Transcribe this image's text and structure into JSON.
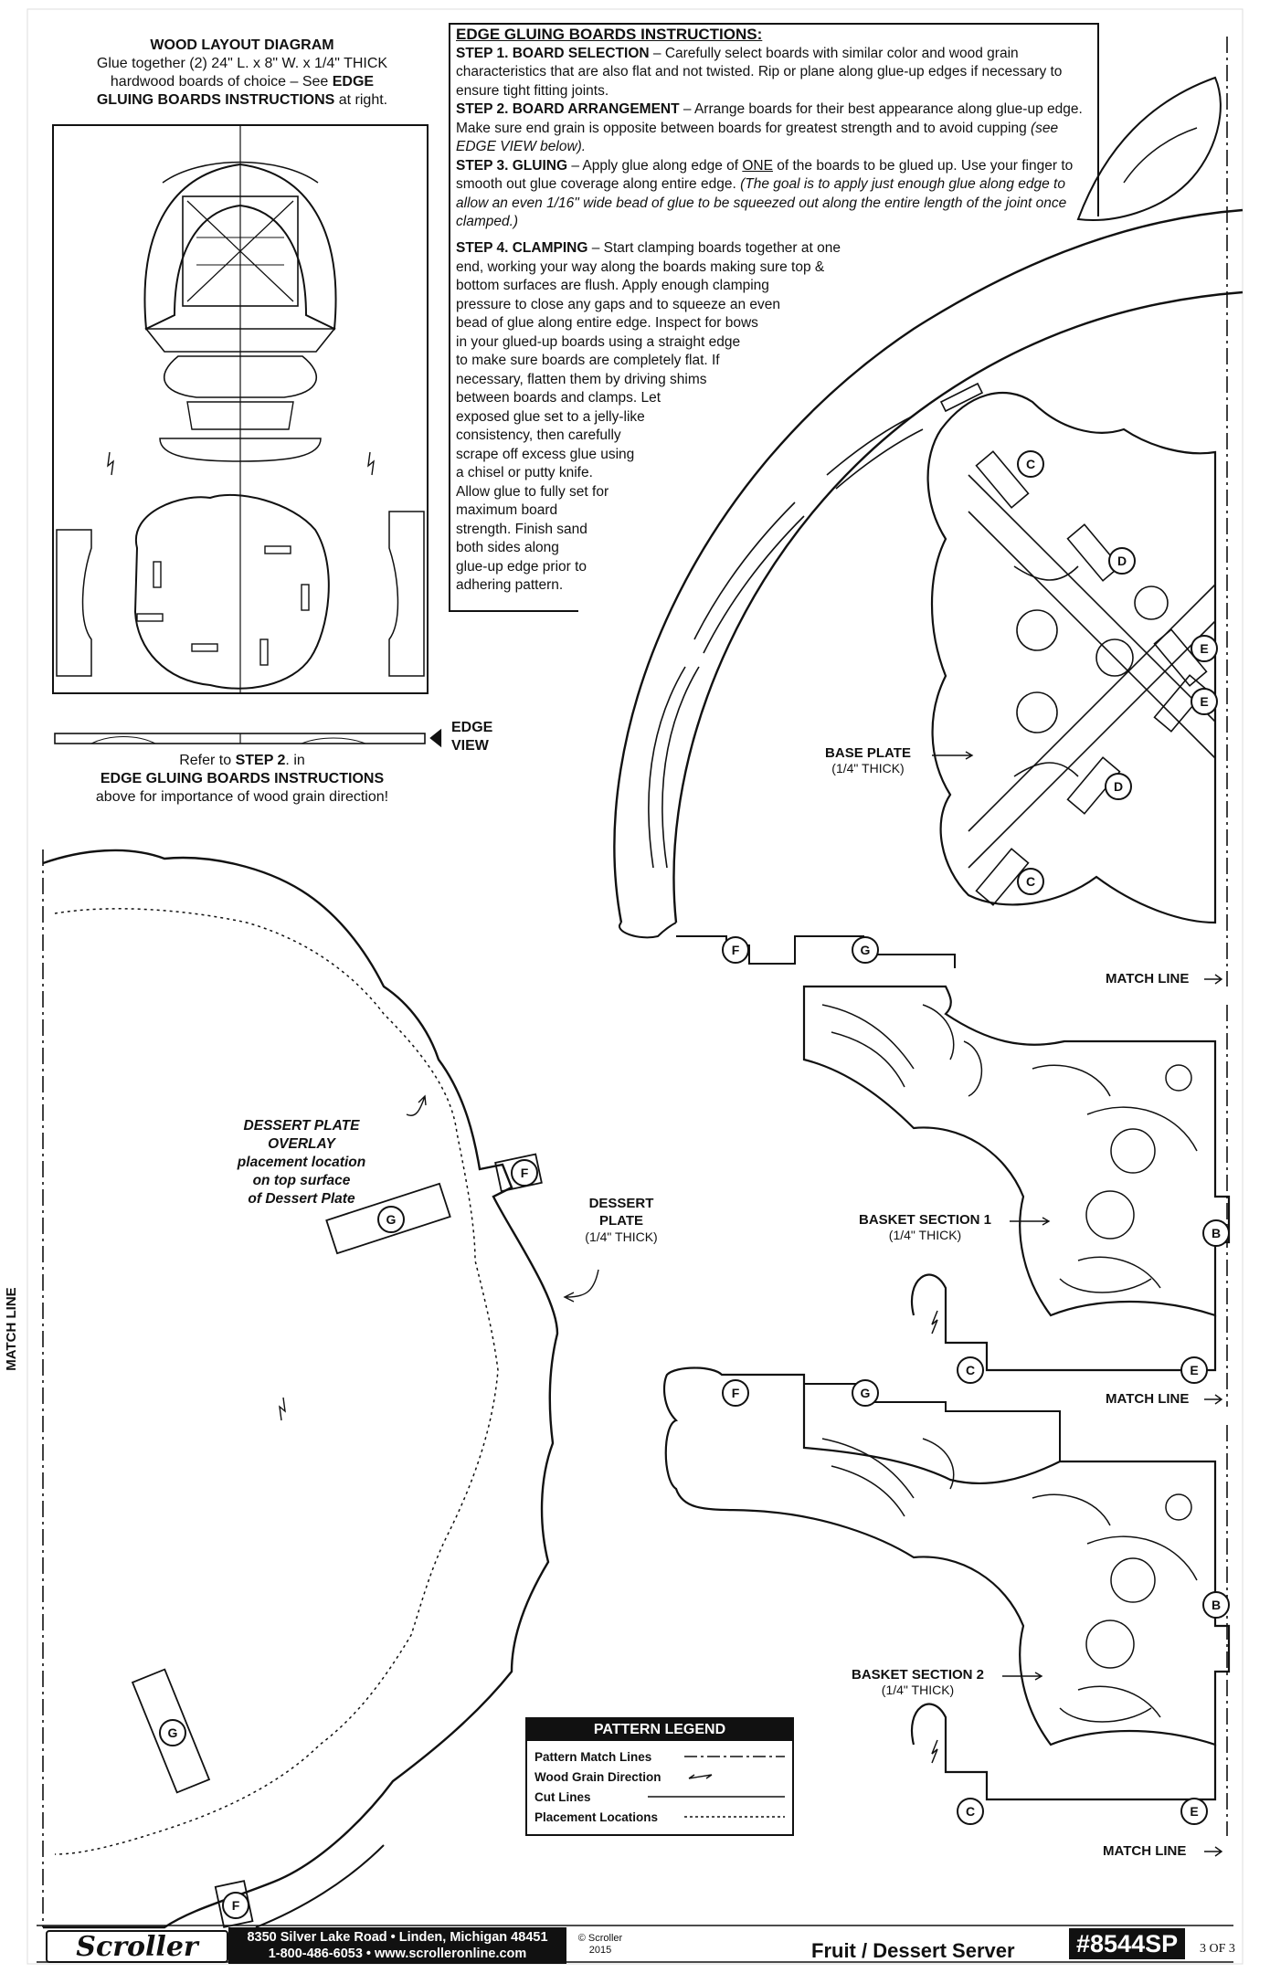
{
  "layout_diagram": {
    "title": "WOOD LAYOUT DIAGRAM",
    "line1": "Glue together (2) 24\" L. x 8\" W. x 1/4\" THICK",
    "line2a": "hardwood boards of choice – See ",
    "line2b": "EDGE",
    "line3a": "GLUING BOARDS INSTRUCTIONS",
    "line3b": " at right."
  },
  "edge_view": {
    "label1": "EDGE",
    "label2": "VIEW",
    "note1a": "Refer to ",
    "note1b": "STEP 2",
    "note1c": ". in",
    "note2": "EDGE GLUING BOARDS INSTRUCTIONS",
    "note3": "above for importance of wood grain direction!"
  },
  "instructions": {
    "heading": "EDGE GLUING BOARDS INSTRUCTIONS:",
    "step1_label": "STEP 1. BOARD SELECTION",
    "step1_text": " – Carefully select boards with similar color and wood grain characteristics that are also flat and not twisted. Rip or plane along glue-up edges if necessary to ensure tight fitting joints.",
    "step2_label": "STEP 2. BOARD ARRANGEMENT",
    "step2_text": " – Arrange boards for their best appearance along glue-up edge. Make sure end grain is opposite between boards for greatest strength and to avoid cupping ",
    "step2_italic": "(see EDGE VIEW below).",
    "step3_label": "STEP 3. GLUING",
    "step3_text_a": " – Apply glue along edge of ",
    "step3_one": "ONE",
    "step3_text_b": " of the boards to be glued up. Use your finger to smooth out glue coverage along entire edge. ",
    "step3_italic": "(The goal is to apply just enough glue along edge to allow an even 1/16\" wide bead of glue to be squeezed out along the entire length of the joint once clamped.)",
    "step4_label": "STEP 4. CLAMPING",
    "step4_lines": [
      " – Start clamping boards together at one",
      "end, working your way along the boards making sure top &",
      "bottom surfaces are flush. Apply enough clamping",
      "pressure to close any gaps and to squeeze an even",
      "bead of glue along entire edge. Inspect for bows",
      "in your glued-up boards using a straight edge",
      "to make sure boards are completely flat. If",
      "necessary, flatten them by driving shims",
      "between boards and clamps. Let",
      "exposed glue set to a jelly-like",
      "consistency, then carefully",
      "scrape off excess glue using",
      "a chisel or putty knife.",
      "Allow glue to fully set for",
      "maximum board",
      "strength. Finish sand",
      "both sides along",
      "glue-up edge prior to",
      "adhering pattern."
    ]
  },
  "labels": {
    "base_plate": "BASE PLATE",
    "base_plate_thick": "(1/4\" THICK)",
    "basket1": "BASKET SECTION 1",
    "basket1_thick": "(1/4\" THICK)",
    "basket2": "BASKET SECTION 2",
    "basket2_thick": "(1/4\" THICK)",
    "dessert_plate1": "DESSERT",
    "dessert_plate2": "PLATE",
    "dessert_plate_thick": "(1/4\" THICK)",
    "overlay_lines": [
      "DESSERT PLATE",
      "OVERLAY",
      "placement location",
      "on top surface",
      "of Dessert Plate"
    ],
    "match_line": "MATCH LINE"
  },
  "tags": {
    "b": "B",
    "c": "C",
    "d": "D",
    "e": "E",
    "f": "F",
    "g": "G"
  },
  "legend": {
    "title": "PATTERN LEGEND",
    "rows": [
      "Pattern Match Lines",
      "Wood Grain Direction",
      "Cut Lines",
      "Placement Locations"
    ]
  },
  "footer": {
    "brand": "Scroller",
    "address": "8350 Silver Lake Road • Linden, Michigan 48451",
    "contact": "1-800-486-6053 • www.scrolleronline.com",
    "copyright": "© Scroller",
    "year": "2015",
    "product": "Fruit / Dessert Server",
    "number": "#8544SP",
    "page": "3 OF 3"
  }
}
